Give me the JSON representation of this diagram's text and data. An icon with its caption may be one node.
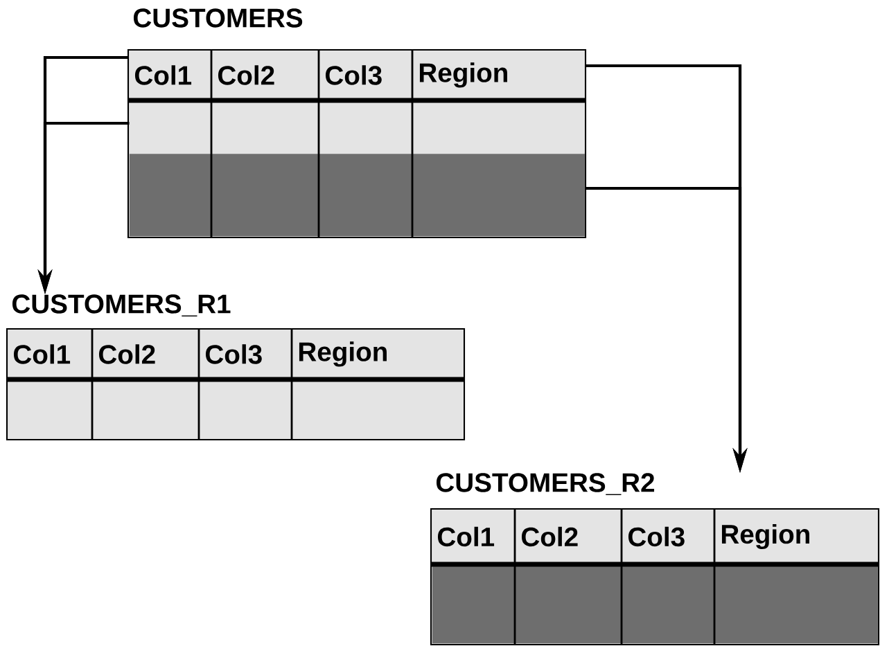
{
  "diagram": {
    "nodes": [
      {
        "text": [
          "CUSTOMERS"
        ]
      },
      {
        "text": [],
        "shape": "bar",
        "in": 0
      },
      {
        "text": [],
        "shape": "bar",
        "in": 0
      },
      {
        "text": [
          "CUSTOMERS_R1"
        ]
      },
      {
        "text": [],
        "shape": "bar",
        "in": 3
      },
      {
        "text": [
          "CUSTOMERS_R2"
        ]
      },
      {
        "text": [],
        "shape": "bar",
        "in": 5
      }
    ],
    "edges": [
      {
        "from": 0,
        "to": 3,
        "arrow": "to"
      },
      {
        "from": 1,
        "to": 3,
        "arrow": "to"
      },
      {
        "from": 0,
        "to": 5,
        "arrow": "to"
      },
      {
        "from": 2,
        "to": 5,
        "arrow": "to"
      }
    ],
    "labels": [
      "Col1",
      "Col2",
      "Col3",
      "Region",
      "Col1",
      "Col2",
      "Col3",
      "Region",
      "Col1",
      "Col2",
      "Col3",
      "Region"
    ]
  }
}
